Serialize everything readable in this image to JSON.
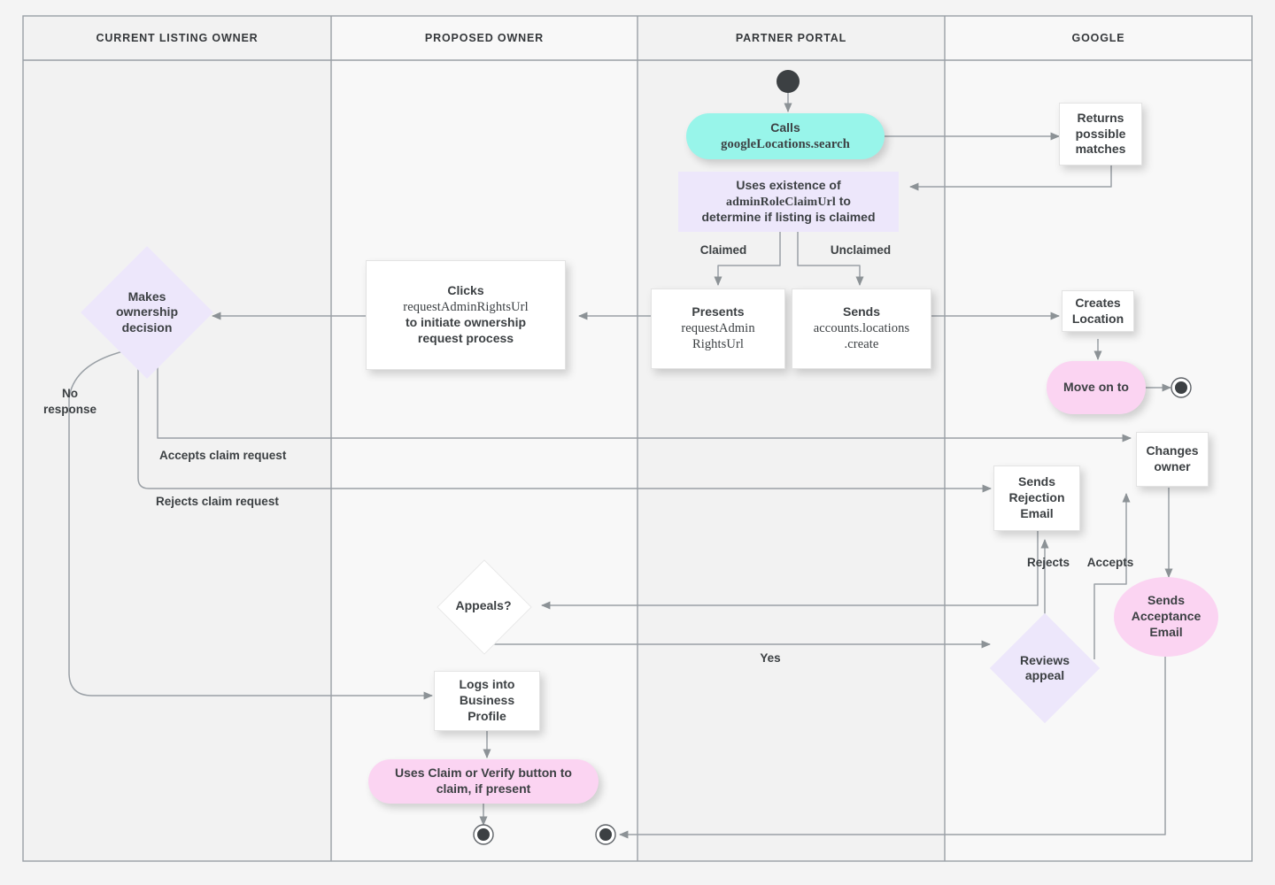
{
  "diagram": {
    "title": "Google Business Profile listing ownership transfer flow",
    "background": "#F4F4F4",
    "colors": {
      "lane_a": "#F2F2F2",
      "lane_b": "#F8F8F8",
      "lane_border": "#9AA0A6",
      "teal": "#98F5EA",
      "lavender": "#EDE7FB",
      "pink": "#FBD4F2",
      "box": "#FFFFFF",
      "connector": "#9AA0A6",
      "text": "#3C4043"
    }
  },
  "lanes": [
    {
      "label": "CURRENT LISTING OWNER"
    },
    {
      "label": "PROPOSED OWNER"
    },
    {
      "label": "PARTNER PORTAL"
    },
    {
      "label": "GOOGLE"
    }
  ],
  "nodes": {
    "start": {
      "name": "start-node",
      "shape": "filled-circle",
      "lane": "PARTNER PORTAL"
    },
    "calls": {
      "shape": "pill",
      "fill": "teal",
      "lane": "PARTNER PORTAL",
      "line1": "Calls",
      "line2": "googleLocations.search"
    },
    "returns_matches": {
      "shape": "box",
      "lane": "GOOGLE",
      "line1": "Returns",
      "line2": "possible",
      "line3": "matches"
    },
    "uses_existence": {
      "shape": "rect",
      "fill": "lavender",
      "lane": "PARTNER PORTAL",
      "line1": "Uses existence of",
      "line2": "adminRoleClaimUrl",
      "line2_suffix": " to",
      "line3": "determine if listing is claimed"
    },
    "presents": {
      "shape": "box",
      "lane": "PARTNER PORTAL",
      "line1": "Presents",
      "line2": "requestAdmin",
      "line3": "RightsUrl"
    },
    "sends_create": {
      "shape": "box",
      "lane": "PARTNER PORTAL",
      "line1": "Sends",
      "line2": "accounts.locations",
      "line3": ".create"
    },
    "creates_location": {
      "shape": "box",
      "lane": "GOOGLE",
      "line1": "Creates",
      "line2": "Location"
    },
    "move_on_to": {
      "shape": "pill",
      "fill": "pink",
      "lane": "GOOGLE",
      "line1": "Move on to"
    },
    "end_google": {
      "name": "end-node-google",
      "shape": "end-circle",
      "lane": "GOOGLE"
    },
    "clicks": {
      "shape": "box",
      "lane": "PROPOSED OWNER",
      "line1": "Clicks",
      "line2": "requestAdminRightsUrl",
      "line3": "to initiate ownership",
      "line4": "request process"
    },
    "makes_decision": {
      "shape": "diamond",
      "fill": "lavender",
      "lane": "CURRENT LISTING OWNER",
      "line1": "Makes",
      "line2": "ownership",
      "line3": "decision"
    },
    "changes_owner": {
      "shape": "box",
      "lane": "GOOGLE",
      "line1": "Changes",
      "line2": "owner"
    },
    "sends_rejection": {
      "shape": "box",
      "lane": "GOOGLE",
      "line1": "Sends",
      "line2": "Rejection",
      "line3": "Email"
    },
    "sends_acceptance": {
      "shape": "ellipse",
      "fill": "pink",
      "lane": "GOOGLE",
      "line1": "Sends",
      "line2": "Acceptance",
      "line3": "Email"
    },
    "appeals": {
      "shape": "diamond",
      "fill": "white",
      "lane": "PROPOSED OWNER",
      "line1": "Appeals?"
    },
    "reviews_appeal": {
      "shape": "diamond",
      "fill": "lavender",
      "lane": "GOOGLE",
      "line1": "Reviews",
      "line2": "appeal"
    },
    "logs_into": {
      "shape": "box",
      "lane": "PROPOSED OWNER",
      "line1": "Logs into",
      "line2": "Business",
      "line3": "Profile"
    },
    "uses_claim": {
      "shape": "pill",
      "fill": "pink",
      "lane": "PROPOSED OWNER",
      "line1": "Uses Claim or Verify button to",
      "line2": "claim, if present"
    },
    "end_proposed": {
      "name": "end-node-proposed",
      "shape": "end-circle",
      "lane": "PROPOSED OWNER"
    },
    "end_partner": {
      "name": "end-node-partner",
      "shape": "end-circle",
      "lane": "PARTNER PORTAL"
    }
  },
  "edge_labels": {
    "claimed": "Claimed",
    "unclaimed": "Unclaimed",
    "no_response": "No\nresponse",
    "accepts_claim": "Accepts claim request",
    "rejects_claim": "Rejects claim request",
    "rejects": "Rejects",
    "accepts": "Accepts",
    "yes": "Yes"
  }
}
